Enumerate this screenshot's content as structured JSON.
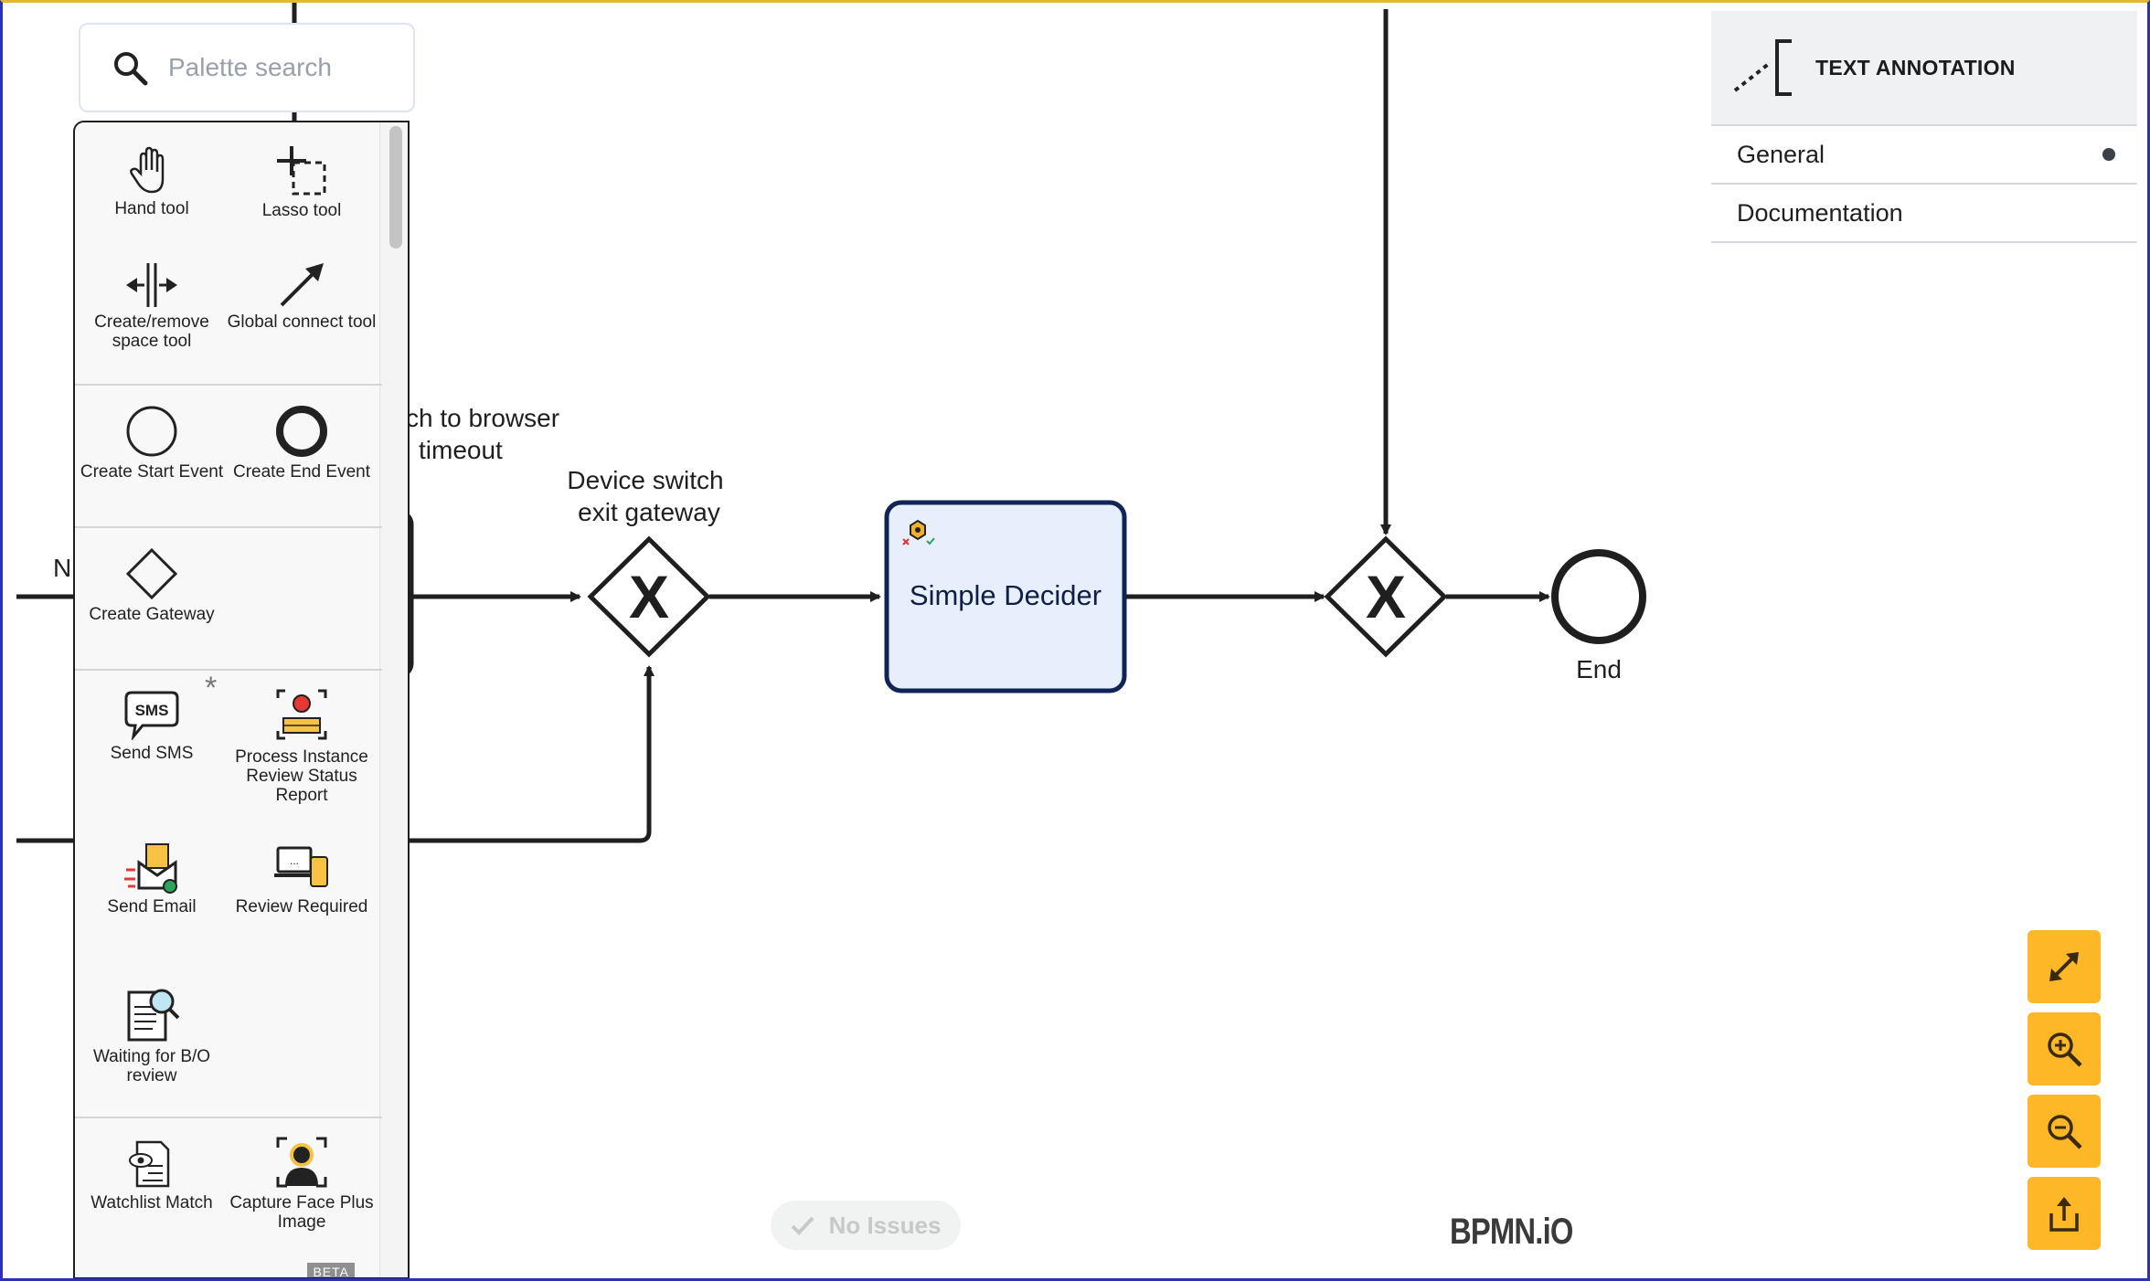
{
  "search": {
    "placeholder": "Palette search"
  },
  "palette": {
    "tools": [
      {
        "label": "Hand tool",
        "icon": "hand-icon"
      },
      {
        "label": "Lasso tool",
        "icon": "lasso-icon"
      },
      {
        "label": "Create/remove space tool",
        "icon": "space-tool-icon"
      },
      {
        "label": "Global connect tool",
        "icon": "connect-arrow-icon"
      }
    ],
    "events": [
      {
        "label": "Create Start Event",
        "icon": "start-event-icon"
      },
      {
        "label": "Create End Event",
        "icon": "end-event-icon"
      }
    ],
    "gateways": [
      {
        "label": "Create Gateway",
        "icon": "gateway-icon"
      }
    ],
    "custom": [
      {
        "label": "Send SMS",
        "icon": "sms-icon"
      },
      {
        "label": "Process Instance Review Status Report",
        "icon": "status-report-icon"
      },
      {
        "label": "Send Email",
        "icon": "email-icon"
      },
      {
        "label": "Review Required",
        "icon": "review-required-icon"
      },
      {
        "label": "Waiting for B/O review",
        "icon": "document-search-icon"
      },
      {
        "label": "Watchlist Match",
        "icon": "watchlist-icon"
      },
      {
        "label": "Capture Face Plus Image",
        "icon": "face-capture-icon"
      }
    ],
    "asterisk": "*",
    "beta": "BETA"
  },
  "diagram": {
    "flow_label_line1": "ch to browser",
    "flow_label_line2": "timeout",
    "partial_label": "N",
    "gateway1_line1": "Device switch",
    "gateway1_line2": "exit gateway",
    "task_label": "Simple Decider",
    "end_label": "End",
    "gateway_symbol": "X",
    "task_color": "#e8effc"
  },
  "properties": {
    "header": "TEXT ANNOTATION",
    "groups": [
      {
        "label": "General",
        "has_dot": true
      },
      {
        "label": "Documentation",
        "has_dot": false
      }
    ]
  },
  "zoom": [
    {
      "name": "fit-viewport-icon"
    },
    {
      "name": "zoom-in-icon"
    },
    {
      "name": "zoom-out-icon"
    },
    {
      "name": "export-icon"
    }
  ],
  "status": {
    "issues": "No Issues"
  },
  "branding": {
    "logo": "BPMN.iO"
  },
  "colors": {
    "accent": "#fdb727",
    "stroke": "#1f1f1f",
    "frame": "#2d2fb5"
  }
}
